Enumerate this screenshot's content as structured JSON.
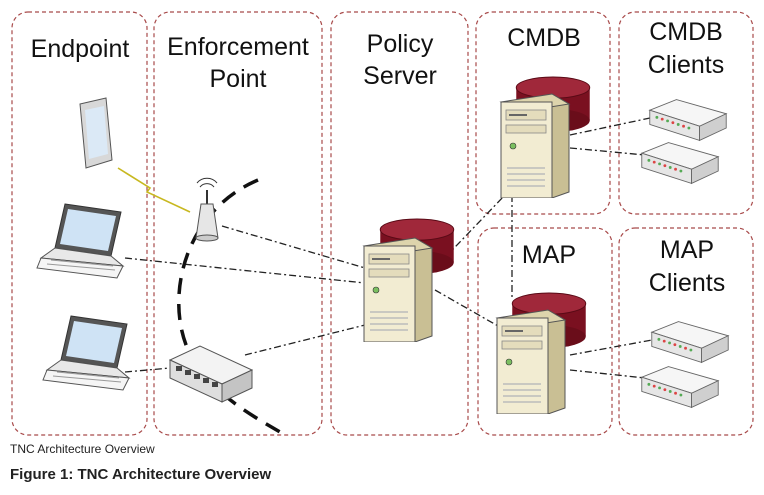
{
  "zones": {
    "endpoint": [
      "Endpoint"
    ],
    "enforcement": [
      "Enforcement",
      "Point"
    ],
    "policy": [
      "Policy",
      "Server"
    ],
    "cmdb": [
      "CMDB"
    ],
    "cmdb_clients": [
      "CMDB",
      "Clients"
    ],
    "map": [
      "MAP"
    ],
    "map_clients": [
      "MAP",
      "Clients"
    ]
  },
  "captions": {
    "small": "TNC Architecture Overview",
    "figure": "Figure 1: TNC Architecture Overview"
  },
  "colors": {
    "zone_border": "#a84a4a",
    "server_body": "#f2ecd2",
    "server_side": "#c9bf94",
    "db_cylinder": "#7a1020",
    "client_body": "#eeeeee"
  }
}
